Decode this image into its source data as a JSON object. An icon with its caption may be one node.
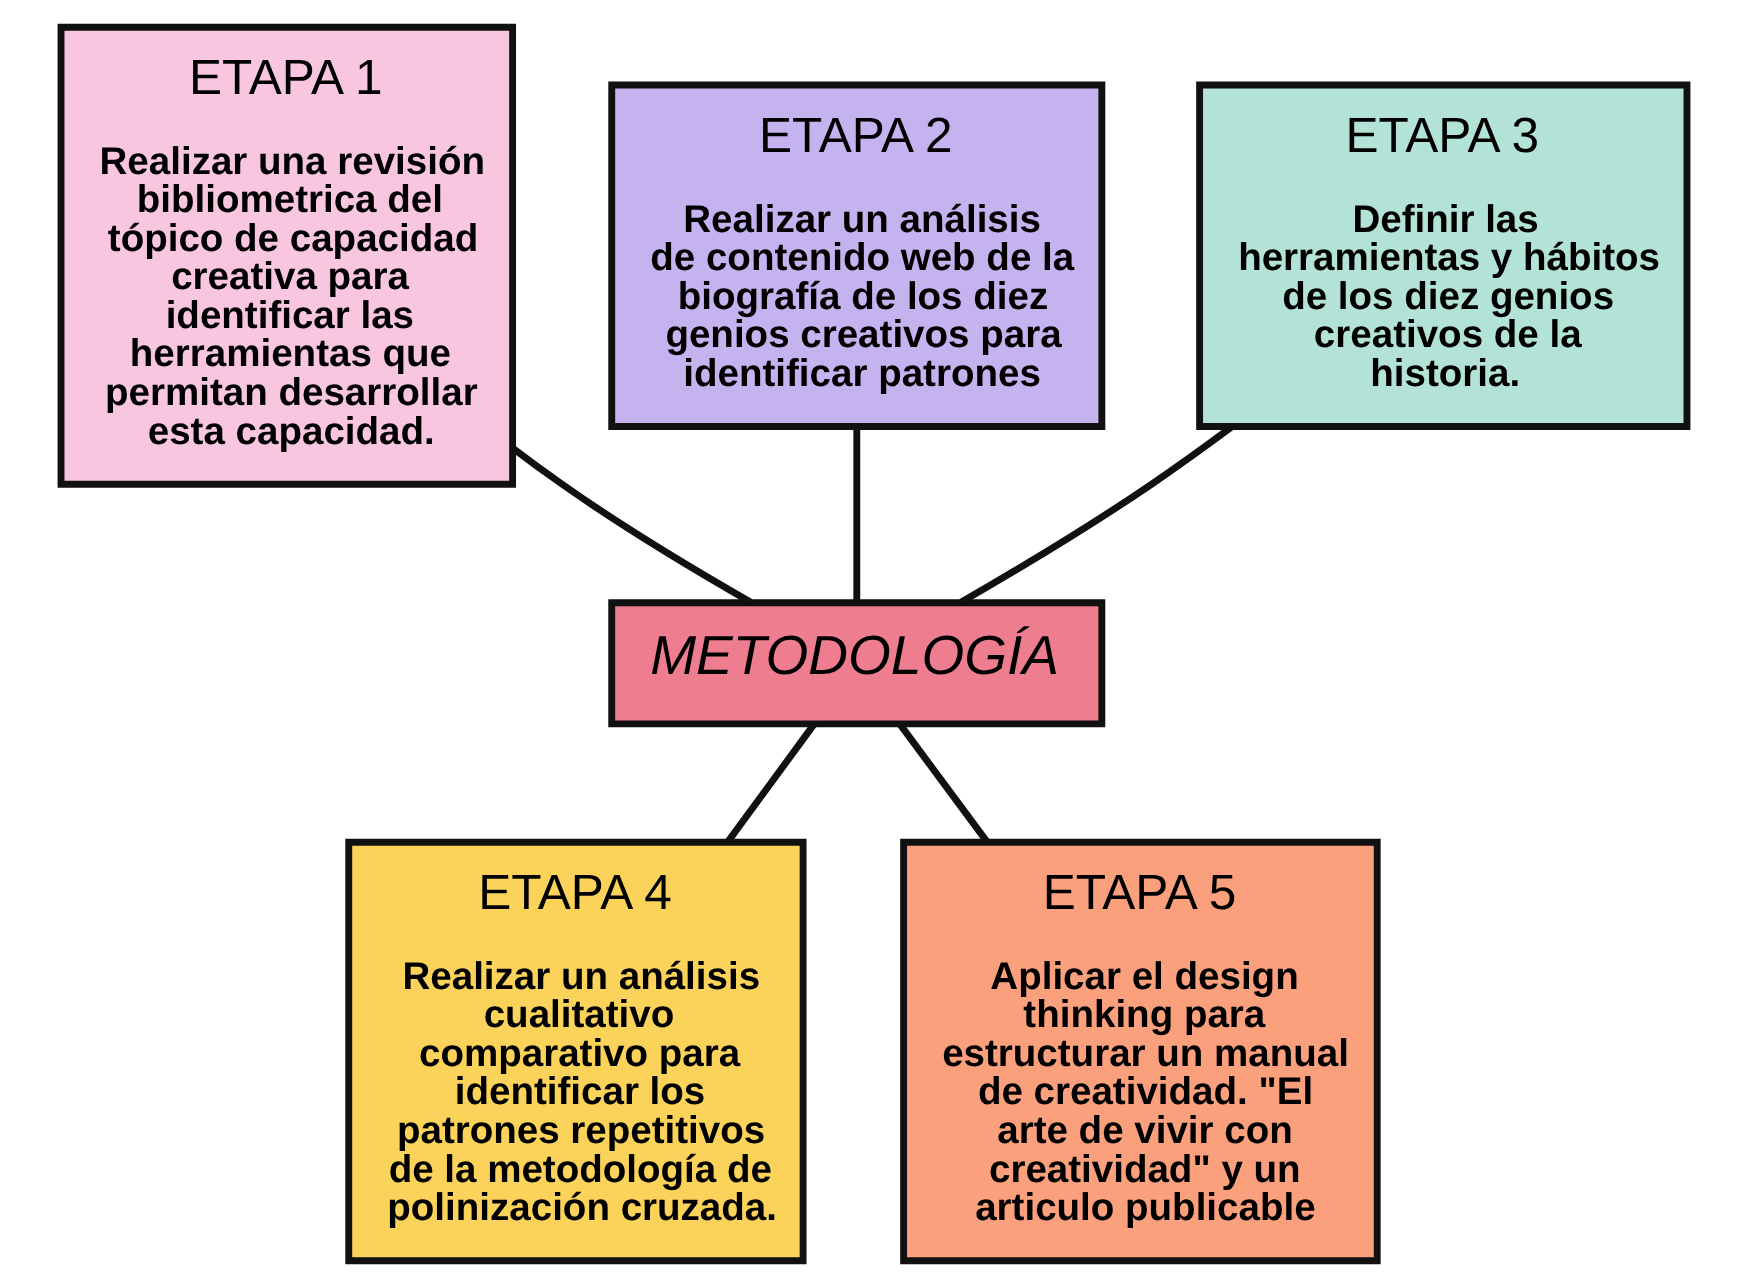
{
  "diagram": {
    "nodes": [
      {
        "text": [
          "ETAPA 1",
          "Realizar una revisión bibliometrica del tópico de capacidad creativa para identificar las herramientas que permitan desarrollar esta capacidad."
        ]
      },
      {
        "text": [
          "ETAPA 2",
          "Realizar un análisis de contenido web de la biografía de los diez genios creativos para identificar patrones"
        ]
      },
      {
        "text": [
          "ETAPA 3",
          "Definir las herramientas y hábitos de los diez genios creativos de la historia."
        ]
      },
      {
        "text": [
          "METODOLOGÍA"
        ]
      },
      {
        "text": [
          "ETAPA 4",
          "Realizar un análisis cualitativo comparativo para identificar los patrones repetitivos de la metodología de polinización cruzada."
        ]
      },
      {
        "text": [
          "ETAPA 5",
          "Aplicar el design thinking para estructurar un manual de creatividad. \"El arte de vivir con creatividad\" y un articulo publicable"
        ]
      }
    ],
    "edges": [
      {
        "from": 0,
        "to": 3,
        "arrow": "none"
      },
      {
        "from": 1,
        "to": 3,
        "arrow": "none"
      },
      {
        "from": 2,
        "to": 3,
        "arrow": "none"
      },
      {
        "from": 3,
        "to": 4,
        "arrow": "none"
      },
      {
        "from": 3,
        "to": 5,
        "arrow": "none"
      }
    ]
  }
}
